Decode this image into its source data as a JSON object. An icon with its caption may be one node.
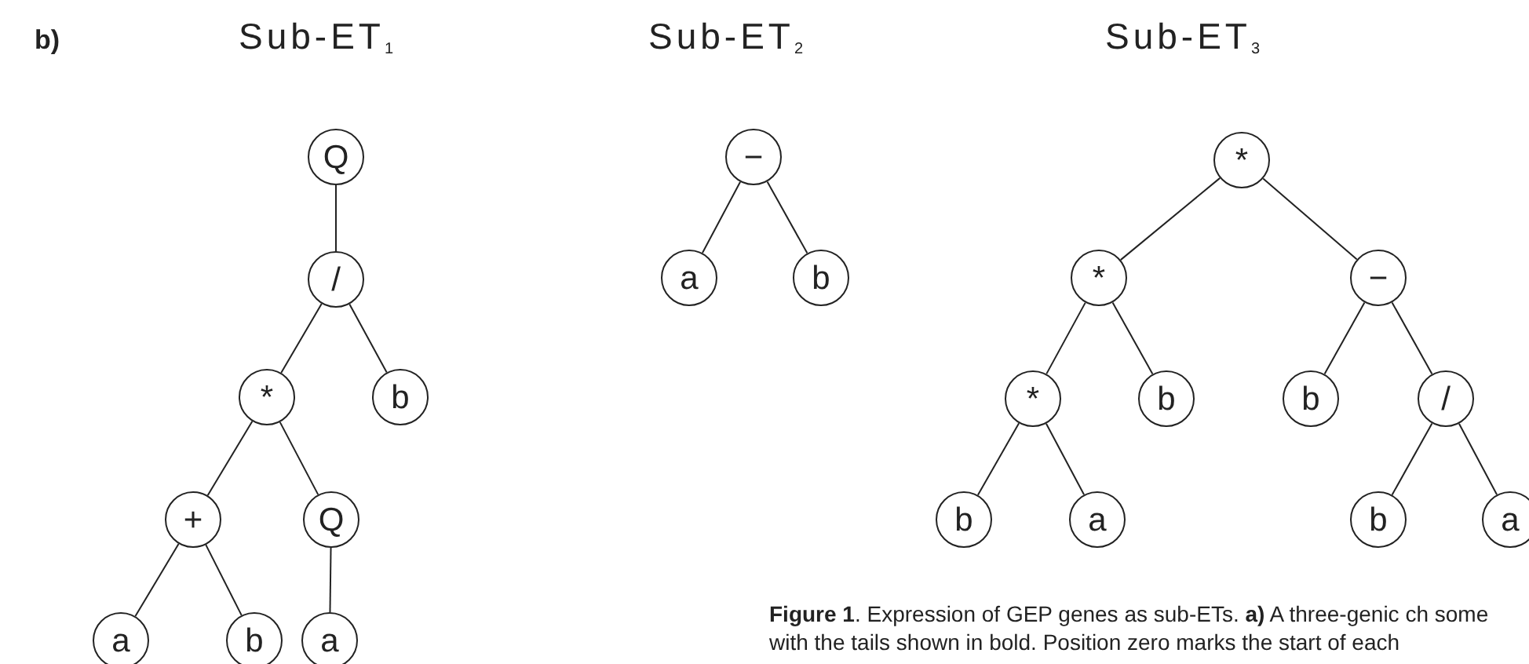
{
  "diagram": {
    "caption": "**Figure 1**. Expression of GEP genes as sub-ETs. **a)** A three-genic ch some with the tails shown in bold. Position zero marks the start of each",
    "nodes": [
      {
        "text": [
          "Q"
        ]
      },
      {
        "text": [
          "/"
        ]
      },
      {
        "text": [
          "*"
        ]
      },
      {
        "text": [
          "b"
        ]
      },
      {
        "text": [
          "+"
        ]
      },
      {
        "text": [
          "Q"
        ]
      },
      {
        "text": [
          "a"
        ]
      },
      {
        "text": [
          "b"
        ]
      },
      {
        "text": [
          "a"
        ]
      },
      {
        "text": [
          "−"
        ]
      },
      {
        "text": [
          "a"
        ]
      },
      {
        "text": [
          "b"
        ]
      },
      {
        "text": [
          "*"
        ]
      },
      {
        "text": [
          "*"
        ]
      },
      {
        "text": [
          "−"
        ]
      },
      {
        "text": [
          "*"
        ]
      },
      {
        "text": [
          "b"
        ]
      },
      {
        "text": [
          "b"
        ]
      },
      {
        "text": [
          "/"
        ]
      },
      {
        "text": [
          "b"
        ]
      },
      {
        "text": [
          "a"
        ]
      },
      {
        "text": [
          "b"
        ]
      },
      {
        "text": [
          "a"
        ]
      }
    ],
    "edges": [
      {
        "from": 0,
        "to": 1,
        "arrow": "none"
      },
      {
        "from": 1,
        "to": 2,
        "arrow": "none"
      },
      {
        "from": 1,
        "to": 3,
        "arrow": "none"
      },
      {
        "from": 2,
        "to": 4,
        "arrow": "none"
      },
      {
        "from": 2,
        "to": 5,
        "arrow": "none"
      },
      {
        "from": 4,
        "to": 6,
        "arrow": "none"
      },
      {
        "from": 4,
        "to": 7,
        "arrow": "none"
      },
      {
        "from": 5,
        "to": 8,
        "arrow": "none"
      },
      {
        "from": 9,
        "to": 10,
        "arrow": "none"
      },
      {
        "from": 9,
        "to": 11,
        "arrow": "none"
      },
      {
        "from": 12,
        "to": 13,
        "arrow": "none"
      },
      {
        "from": 12,
        "to": 14,
        "arrow": "none"
      },
      {
        "from": 13,
        "to": 15,
        "arrow": "none"
      },
      {
        "from": 13,
        "to": 16,
        "arrow": "none"
      },
      {
        "from": 14,
        "to": 17,
        "arrow": "none"
      },
      {
        "from": 14,
        "to": 18,
        "arrow": "none"
      },
      {
        "from": 15,
        "to": 19,
        "arrow": "none"
      },
      {
        "from": 15,
        "to": 20,
        "arrow": "none"
      },
      {
        "from": 18,
        "to": 21,
        "arrow": "none"
      },
      {
        "from": 18,
        "to": 22,
        "arrow": "none"
      }
    ],
    "labels": [
      "b)",
      "Sub-ET$_{1}$",
      "Sub-ET$_{2}$",
      "Sub-ET$_{3}$"
    ]
  }
}
